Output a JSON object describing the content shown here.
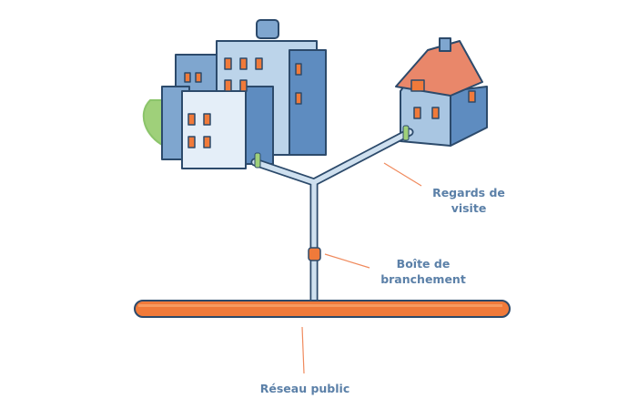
{
  "labels": {
    "regards": [
      "Regards de",
      "visite"
    ],
    "boite": [
      "Boîte de",
      "branchement"
    ],
    "reseau": "Réseau public"
  },
  "colors": {
    "pipe_public": "#f07a3a",
    "pipe_private": "#cfe0ef",
    "outline": "#2c4a6b",
    "building": "#a9c6e2",
    "label": "#5b80a8",
    "leader": "#f08a5d"
  }
}
